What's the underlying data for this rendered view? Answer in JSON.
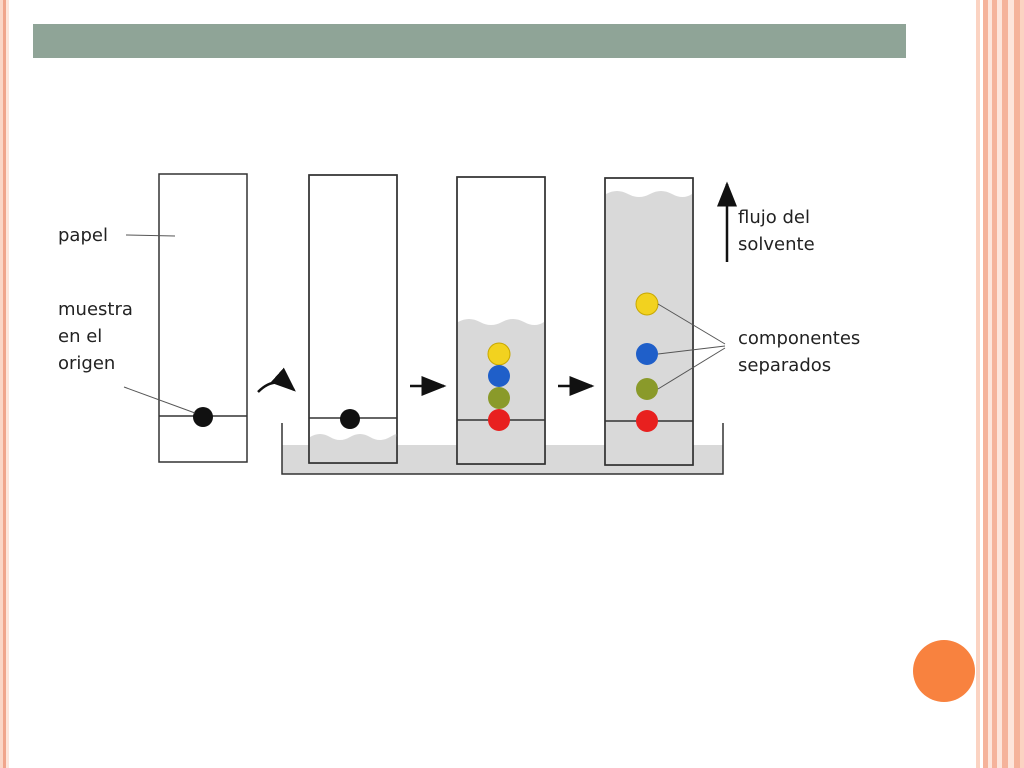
{
  "labels": {
    "papel": "papel",
    "muestra_line1": "muestra",
    "muestra_line2": "en el",
    "muestra_line3": "origen",
    "flujo_line1": "flujo del",
    "flujo_line2": "solvente",
    "componentes_line1": "componentes",
    "componentes_line2": "separados"
  },
  "colors": {
    "title_bar": "#8fa497",
    "accent_circle": "#f8823f",
    "solvent": "#d9d9d9",
    "sample": "#111111",
    "yellow": "#f2d21f",
    "blue": "#1f5fc9",
    "olive": "#8a9a2a",
    "red": "#e8201f"
  },
  "stages": [
    "dry paper",
    "paper placed in solvent",
    "partial separation",
    "full separation"
  ],
  "separated_components": [
    "yellow",
    "blue",
    "olive",
    "red"
  ]
}
